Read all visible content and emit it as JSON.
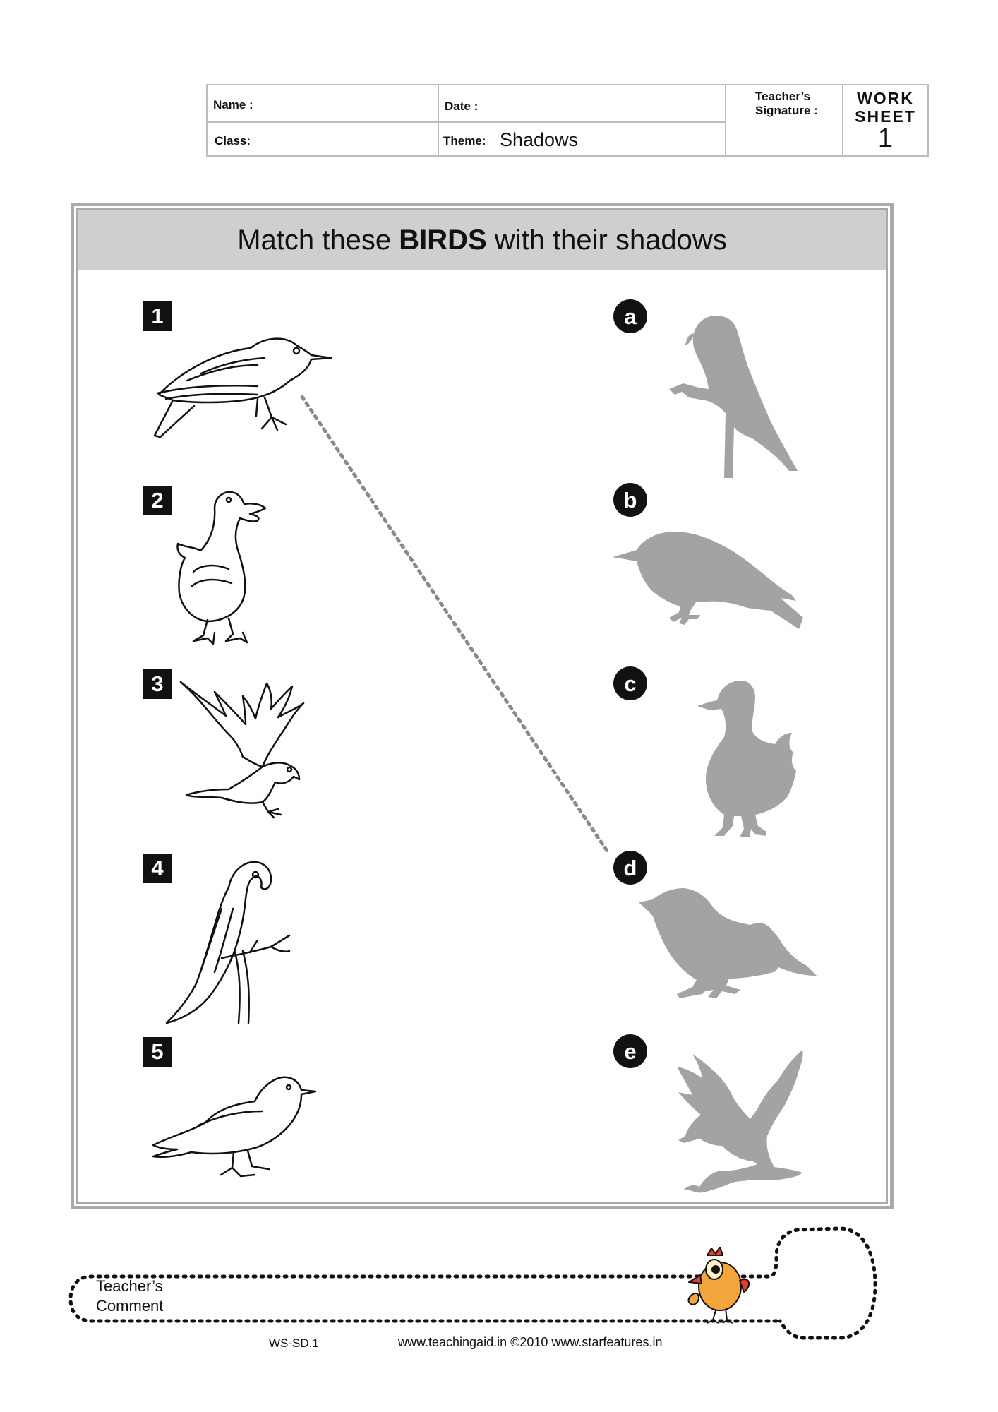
{
  "header": {
    "name_label": "Name :",
    "date_label": "Date :",
    "class_label": "Class:",
    "theme_label": "Theme:",
    "theme_value": "Shadows",
    "signature_label_1": "Teacher’s",
    "signature_label_2": "Signature :",
    "worksheet_word_1": "WORK",
    "worksheet_word_2": "SHEET",
    "worksheet_number": "1"
  },
  "title": {
    "prefix": "Match these ",
    "bold": "BIRDS",
    "suffix": " with their shadows"
  },
  "items": [
    {
      "number": "1",
      "bird": "bird-icon"
    },
    {
      "number": "2",
      "bird": "duck-icon"
    },
    {
      "number": "3",
      "bird": "eagle-icon"
    },
    {
      "number": "4",
      "bird": "parrot-icon"
    },
    {
      "number": "5",
      "bird": "sparrow-icon"
    }
  ],
  "shadows": [
    {
      "letter": "a",
      "shadow": "parrot-shadow-icon"
    },
    {
      "letter": "b",
      "shadow": "bird-shadow-icon"
    },
    {
      "letter": "c",
      "shadow": "duck-shadow-icon"
    },
    {
      "letter": "d",
      "shadow": "sparrow-shadow-icon"
    },
    {
      "letter": "e",
      "shadow": "eagle-shadow-icon"
    }
  ],
  "example_match": {
    "from": "1",
    "to": "d"
  },
  "colors": {
    "shadow": "#a3a3a3",
    "title_bar": "#cfcfcf",
    "frame": "#a9a9a9"
  },
  "comment": {
    "line_1": "Teacher’s",
    "line_2": "Comment"
  },
  "footer": {
    "code": "WS-SD.1",
    "site": "www.teachingaid.in ©2010 www.starfeatures.in"
  }
}
